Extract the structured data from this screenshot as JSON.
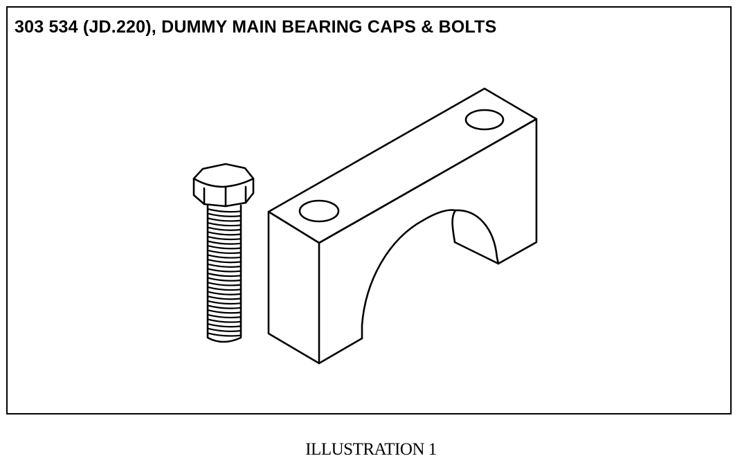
{
  "figure": {
    "title": "303 534 (JD.220), DUMMY MAIN BEARING CAPS & BOLTS",
    "caption": "ILLUSTRATION 1"
  },
  "parts": {
    "bolt": {
      "thread_count": 28
    },
    "bearing_cap": {
      "hole_count": 2
    }
  },
  "colors": {
    "ink": "#000000",
    "paper": "#ffffff"
  }
}
